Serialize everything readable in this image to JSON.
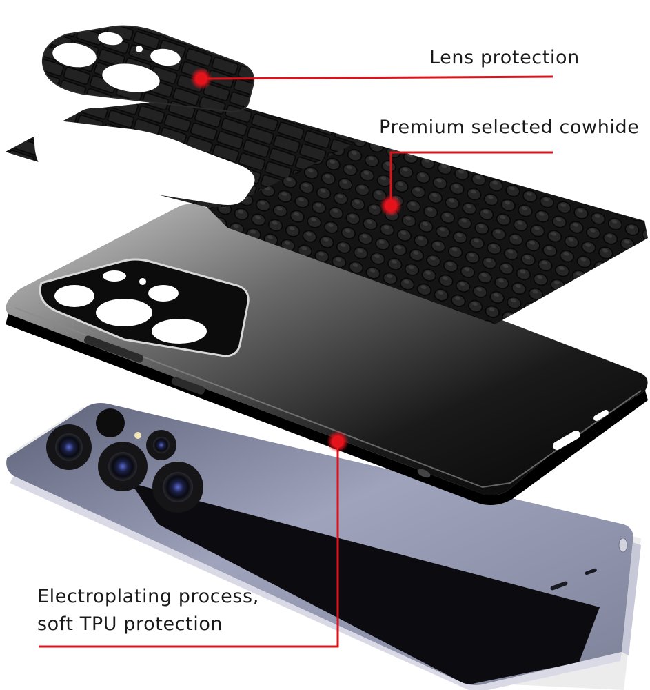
{
  "callouts": {
    "lens_protection": "Lens protection",
    "cowhide": "Premium selected cowhide",
    "electroplating_line1": "Electroplating process,",
    "electroplating_line2": "soft TPU protection"
  },
  "colors": {
    "callout_line": "#d8141c",
    "callout_dot": "#e3121b",
    "leather": "#121212",
    "case_black": "#0a0a0a",
    "phone_body": "#8e93ac",
    "text": "#1a1a1a"
  }
}
